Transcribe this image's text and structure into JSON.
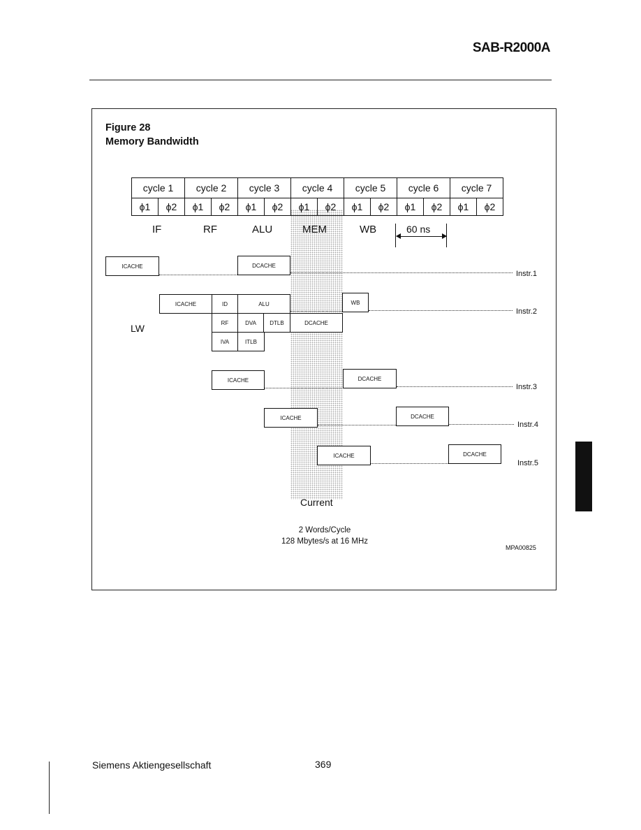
{
  "header": {
    "doc_title": "SAB-R2000A"
  },
  "figure": {
    "number": "Figure 28",
    "caption": "Memory Bandwidth",
    "cycles": [
      "cycle 1",
      "cycle 2",
      "cycle 3",
      "cycle 4",
      "cycle 5",
      "cycle 6",
      "cycle 7"
    ],
    "phases": [
      "ϕ1",
      "ϕ2",
      "ϕ1",
      "ϕ2",
      "ϕ1",
      "ϕ2",
      "ϕ1",
      "ϕ2",
      "ϕ1",
      "ϕ2",
      "ϕ1",
      "ϕ2",
      "ϕ1",
      "ϕ2"
    ],
    "stages": {
      "if": "IF",
      "rf": "RF",
      "alu": "ALU",
      "mem": "MEM",
      "wb": "WB"
    },
    "dimension": "60 ns",
    "lw_label": "LW",
    "instr_labels": [
      "Instr.1",
      "Instr.2",
      "Instr.3",
      "Instr.4",
      "Instr.5"
    ],
    "blocks": {
      "i1_icache": "ICACHE",
      "i1_dcache": "DCACHE",
      "i2_icache": "ICACHE",
      "i2_id": "ID",
      "i2_alu": "ALU",
      "i2_wb": "WB",
      "i2_rf": "RF",
      "i2_dva": "DVA",
      "i2_dtlb": "DTLB",
      "i2_dcache": "DCACHE",
      "i2_iva": "IVA",
      "i2_itlb": "ITLB",
      "i3_icache": "ICACHE",
      "i3_dcache": "DCACHE",
      "i4_icache": "ICACHE",
      "i4_dcache": "DCACHE",
      "i5_icache": "ICACHE",
      "i5_dcache": "DCACHE"
    },
    "current_label": "Current",
    "summary_line1": "2 Words/Cycle",
    "summary_line2": "128 Mbytes/s at 16 MHz",
    "code": "MPA00825"
  },
  "footer": {
    "company": "Siemens Aktiengesellschaft",
    "page": "369"
  }
}
